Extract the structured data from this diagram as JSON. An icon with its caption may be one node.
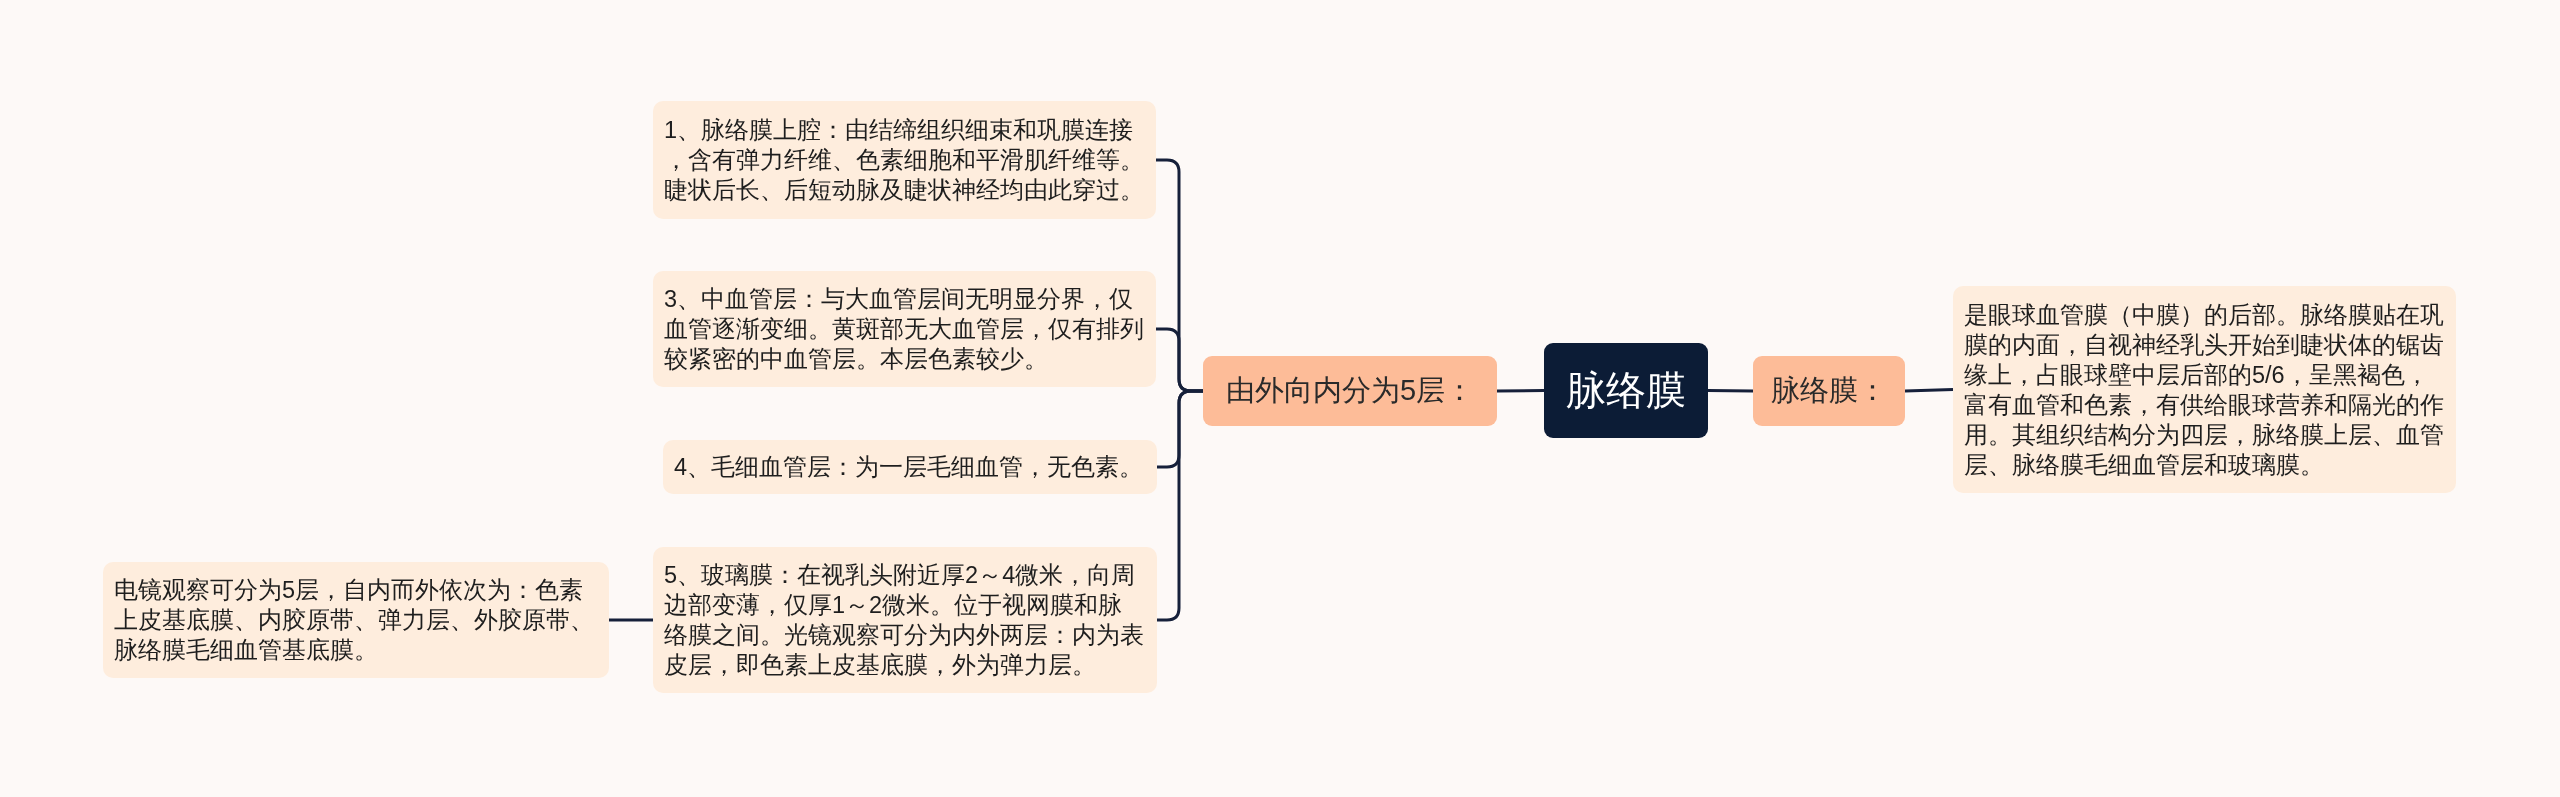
{
  "diagram": {
    "nodes": [
      {
        "text": [
          "脉络膜"
        ]
      },
      {
        "text": [
          "由外向内分为5层："
        ]
      },
      {
        "text": [
          "1、脉络膜上腔：由结缔组织细束和巩膜连接，含有弹力纤维、色素细胞和平滑肌纤维等。睫状后长、后短动脉及睫状神经均由此穿过。"
        ]
      },
      {
        "text": [
          "3、中血管层：与大血管层间无明显分界，仅血管逐渐变细。黄斑部无大血管层，仅有排列较紧密的中血管层。本层色素较少。"
        ]
      },
      {
        "text": [
          "4、毛细血管层：为一层毛细血管，无色素。"
        ]
      },
      {
        "text": [
          "5、玻璃膜：在视乳头附近厚2～4微米，向周边部变薄，仅厚1～2微米。位于视网膜和脉络膜之间。光镜观察可分为内外两层：内为表皮层，即色素上皮基底膜，外为弹力层。"
        ]
      },
      {
        "text": [
          "电镜观察可分为5层，自内而外依次为：色素上皮基底膜、内胶原带、弹力层、外胶原带、脉络膜毛细血管基底膜。"
        ]
      },
      {
        "text": [
          "脉络膜："
        ]
      },
      {
        "text": [
          "是眼球血管膜（中膜）的后部。脉络膜贴在巩膜的内面，自视神经乳头开始到睫状体的锯齿缘上，占眼球壁中层后部的5/6，呈黑褐色，富有血管和色素，有供给眼球营养和隔光的作用。其组织结构分为四层，脉络膜上层、血管层、脉络膜毛细血管层和玻璃膜。"
        ]
      }
    ],
    "edges": [
      {
        "from": 0,
        "to": 1,
        "arrow": "none"
      },
      {
        "from": 1,
        "to": 2,
        "arrow": "none"
      },
      {
        "from": 1,
        "to": 3,
        "arrow": "none"
      },
      {
        "from": 1,
        "to": 4,
        "arrow": "none"
      },
      {
        "from": 1,
        "to": 5,
        "arrow": "none"
      },
      {
        "from": 5,
        "to": 6,
        "arrow": "none"
      },
      {
        "from": 0,
        "to": 7,
        "arrow": "none"
      },
      {
        "from": 7,
        "to": 8,
        "arrow": "none"
      }
    ]
  }
}
